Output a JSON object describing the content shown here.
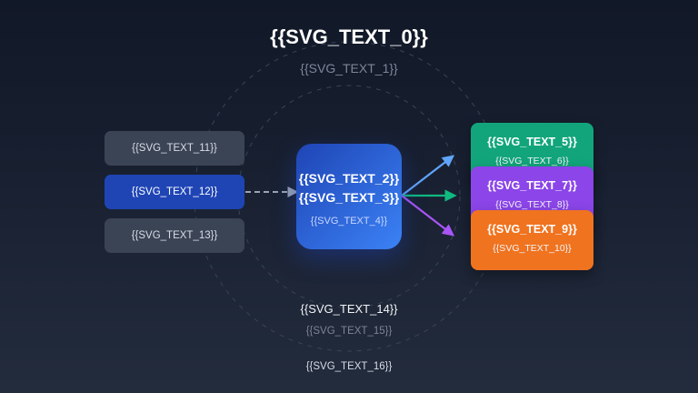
{
  "title": "{{SVG_TEXT_0}}",
  "subtitle": "{{SVG_TEXT_1}}",
  "core": {
    "line1": "{{SVG_TEXT_2}}",
    "line2": "{{SVG_TEXT_3}}",
    "sub": "{{SVG_TEXT_4}}"
  },
  "outputs": [
    {
      "title": "{{SVG_TEXT_5}}",
      "sub": "{{SVG_TEXT_6}}",
      "color": "#12a57b"
    },
    {
      "title": "{{SVG_TEXT_7}}",
      "sub": "{{SVG_TEXT_8}}",
      "color": "#8b45e8"
    },
    {
      "title": "{{SVG_TEXT_9}}",
      "sub": "{{SVG_TEXT_10}}",
      "color": "#f0731f"
    }
  ],
  "inputs": [
    {
      "label": "{{SVG_TEXT_11}}",
      "state": "neutral"
    },
    {
      "label": "{{SVG_TEXT_12}}",
      "state": "active"
    },
    {
      "label": "{{SVG_TEXT_13}}",
      "state": "neutral"
    }
  ],
  "footer": {
    "main": "{{SVG_TEXT_14}}",
    "sub": "{{SVG_TEXT_15}}",
    "note": "{{SVG_TEXT_16}}"
  },
  "colors": {
    "background": "#1a2233",
    "input_neutral": "#3b4455",
    "input_active": "#1f45b5",
    "core_start": "#1f45b5",
    "core_end": "#3b82f6",
    "arrow_blue": "#60a5fa",
    "arrow_green": "#10b981",
    "arrow_purple": "#a855f7"
  }
}
